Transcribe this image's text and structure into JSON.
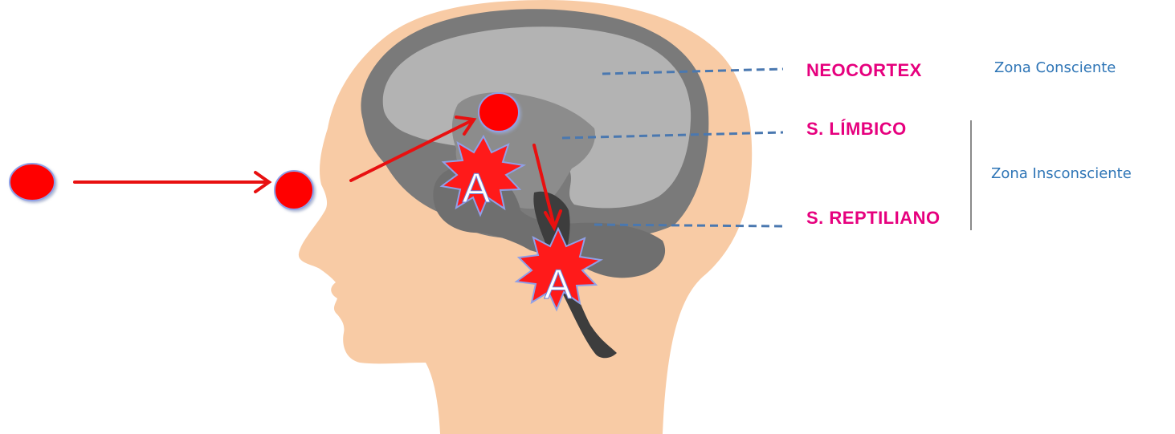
{
  "labels": {
    "neocortex": "NEOCORTEX",
    "limbico": "S. LÍMBICO",
    "reptiliano": "S. REPTILIANO"
  },
  "zones": {
    "consciente": "Zona Consciente",
    "inconsciente": "Zona Insconsciente"
  },
  "markers": {
    "amygdala": "A",
    "brainstem": "A"
  },
  "colors": {
    "skin": "#f8cba5",
    "neocortex_outer": "#7a7a7a",
    "neocortex_inner": "#b3b3b3",
    "limbic": "#8c8c8c",
    "cerebellum": "#6f6f6f",
    "brainstem": "#3d3d3d",
    "label_pink": "#e6007e",
    "zone_blue": "#2e75b6",
    "dash_blue": "#4a78b0",
    "stimulus_red": "#ff0000",
    "arrow_red": "#e81010",
    "bracket_gray": "#8a8a8a",
    "star_outline": "#8fa0e8"
  },
  "icons": {
    "stimulus": "red-circle-icon",
    "alert": "starburst-icon"
  }
}
